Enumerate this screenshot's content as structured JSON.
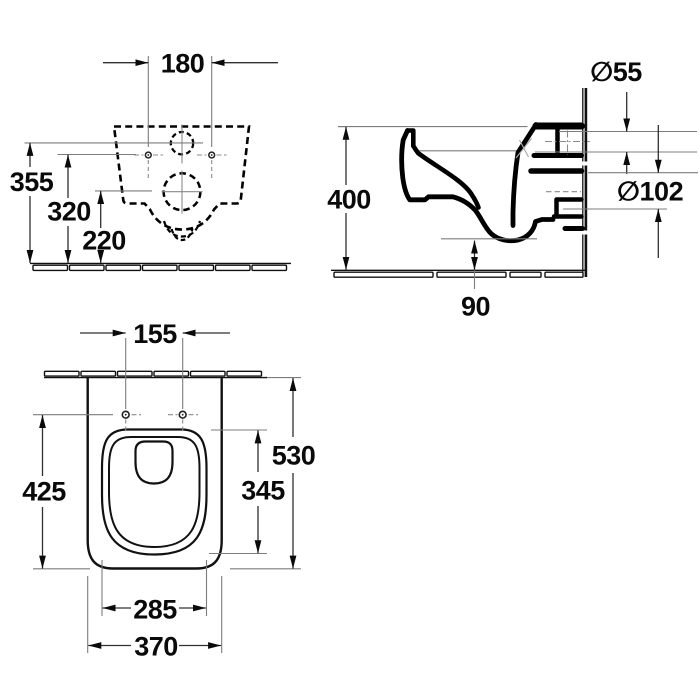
{
  "drawing_type": "toilet-installation-dimension-drawing",
  "colors": {
    "background": "#ffffff",
    "outline": "#000000",
    "dimension_lines": "#303030",
    "extension_lines": "#7d7d7d",
    "text": "#0a0a0a"
  },
  "views": {
    "rear": {
      "label": "rear-view",
      "dims": {
        "hole_spacing": "180",
        "height_inlet": "355",
        "height_holes": "320",
        "height_outlet": "220"
      }
    },
    "side": {
      "label": "side-section-view",
      "dims": {
        "inlet_diameter": "∅55",
        "rim_height": "400",
        "outlet_diameter": "∅102",
        "bottom_clearance": "90"
      }
    },
    "plan": {
      "label": "plan-view",
      "dims": {
        "hole_spacing": "155",
        "depth_total": "530",
        "holes_to_front": "425",
        "bowl_opening_depth": "345",
        "bowl_opening_width": "285",
        "width_total": "370"
      }
    }
  }
}
